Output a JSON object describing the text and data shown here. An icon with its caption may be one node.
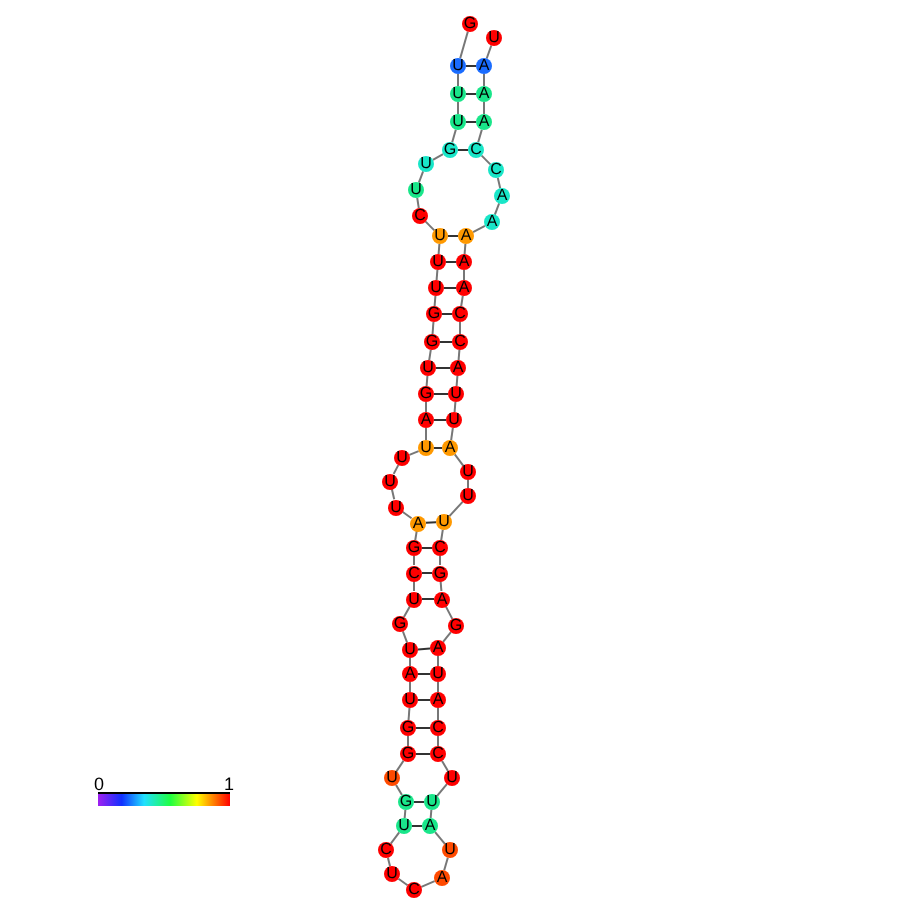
{
  "diagram": {
    "nodes": [
      {
        "text": [
          "G"
        ]
      },
      {
        "text": [
          "U"
        ]
      },
      {
        "text": [
          "U"
        ]
      },
      {
        "text": [
          "U"
        ]
      },
      {
        "text": [
          "G"
        ]
      },
      {
        "text": [
          "U"
        ]
      },
      {
        "text": [
          "U"
        ]
      },
      {
        "text": [
          "C"
        ]
      },
      {
        "text": [
          "U"
        ]
      },
      {
        "text": [
          "U"
        ]
      },
      {
        "text": [
          "U"
        ]
      },
      {
        "text": [
          "G"
        ]
      },
      {
        "text": [
          "G"
        ]
      },
      {
        "text": [
          "U"
        ]
      },
      {
        "text": [
          "G"
        ]
      },
      {
        "text": [
          "A"
        ]
      },
      {
        "text": [
          "U"
        ]
      },
      {
        "text": [
          "U"
        ]
      },
      {
        "text": [
          "U"
        ]
      },
      {
        "text": [
          "U"
        ]
      },
      {
        "text": [
          "A"
        ]
      },
      {
        "text": [
          "G"
        ]
      },
      {
        "text": [
          "C"
        ]
      },
      {
        "text": [
          "U"
        ]
      },
      {
        "text": [
          "G"
        ]
      },
      {
        "text": [
          "U"
        ]
      },
      {
        "text": [
          "A"
        ]
      },
      {
        "text": [
          "U"
        ]
      },
      {
        "text": [
          "G"
        ]
      },
      {
        "text": [
          "G"
        ]
      },
      {
        "text": [
          "U"
        ]
      },
      {
        "text": [
          "G"
        ]
      },
      {
        "text": [
          "U"
        ]
      },
      {
        "text": [
          "C"
        ]
      },
      {
        "text": [
          "U"
        ]
      },
      {
        "text": [
          "C"
        ]
      },
      {
        "text": [
          "A"
        ]
      },
      {
        "text": [
          "U"
        ]
      },
      {
        "text": [
          "A"
        ]
      },
      {
        "text": [
          "U"
        ]
      },
      {
        "text": [
          "U"
        ]
      },
      {
        "text": [
          "C"
        ]
      },
      {
        "text": [
          "C"
        ]
      },
      {
        "text": [
          "A"
        ]
      },
      {
        "text": [
          "U"
        ]
      },
      {
        "text": [
          "A"
        ]
      },
      {
        "text": [
          "G"
        ]
      },
      {
        "text": [
          "A"
        ]
      },
      {
        "text": [
          "G"
        ]
      },
      {
        "text": [
          "C"
        ]
      },
      {
        "text": [
          "U"
        ]
      },
      {
        "text": [
          "U"
        ]
      },
      {
        "text": [
          "U"
        ]
      },
      {
        "text": [
          "A"
        ]
      },
      {
        "text": [
          "U"
        ]
      },
      {
        "text": [
          "U"
        ]
      },
      {
        "text": [
          "A"
        ]
      },
      {
        "text": [
          "C"
        ]
      },
      {
        "text": [
          "C"
        ]
      },
      {
        "text": [
          "A"
        ]
      },
      {
        "text": [
          "A"
        ]
      },
      {
        "text": [
          "A"
        ]
      },
      {
        "text": [
          "A"
        ]
      },
      {
        "text": [
          "A"
        ]
      },
      {
        "text": [
          "C"
        ]
      },
      {
        "text": [
          "C"
        ]
      },
      {
        "text": [
          "A"
        ]
      },
      {
        "text": [
          "A"
        ]
      },
      {
        "text": [
          "A"
        ]
      },
      {
        "text": [
          "U"
        ]
      }
    ],
    "edges": [
      {
        "from": 0,
        "to": 1,
        "arrow": "none"
      },
      {
        "from": 1,
        "to": 2,
        "arrow": "none"
      },
      {
        "from": 2,
        "to": 3,
        "arrow": "none"
      },
      {
        "from": 3,
        "to": 4,
        "arrow": "none"
      },
      {
        "from": 4,
        "to": 5,
        "arrow": "none"
      },
      {
        "from": 5,
        "to": 6,
        "arrow": "none"
      },
      {
        "from": 6,
        "to": 7,
        "arrow": "none"
      },
      {
        "from": 7,
        "to": 8,
        "arrow": "none"
      },
      {
        "from": 8,
        "to": 9,
        "arrow": "none"
      },
      {
        "from": 9,
        "to": 10,
        "arrow": "none"
      },
      {
        "from": 10,
        "to": 11,
        "arrow": "none"
      },
      {
        "from": 11,
        "to": 12,
        "arrow": "none"
      },
      {
        "from": 12,
        "to": 13,
        "arrow": "none"
      },
      {
        "from": 13,
        "to": 14,
        "arrow": "none"
      },
      {
        "from": 14,
        "to": 15,
        "arrow": "none"
      },
      {
        "from": 15,
        "to": 16,
        "arrow": "none"
      },
      {
        "from": 16,
        "to": 17,
        "arrow": "none"
      },
      {
        "from": 17,
        "to": 18,
        "arrow": "none"
      },
      {
        "from": 18,
        "to": 19,
        "arrow": "none"
      },
      {
        "from": 19,
        "to": 20,
        "arrow": "none"
      },
      {
        "from": 20,
        "to": 21,
        "arrow": "none"
      },
      {
        "from": 21,
        "to": 22,
        "arrow": "none"
      },
      {
        "from": 22,
        "to": 23,
        "arrow": "none"
      },
      {
        "from": 23,
        "to": 24,
        "arrow": "none"
      },
      {
        "from": 24,
        "to": 25,
        "arrow": "none"
      },
      {
        "from": 25,
        "to": 26,
        "arrow": "none"
      },
      {
        "from": 26,
        "to": 27,
        "arrow": "none"
      },
      {
        "from": 27,
        "to": 28,
        "arrow": "none"
      },
      {
        "from": 28,
        "to": 29,
        "arrow": "none"
      },
      {
        "from": 29,
        "to": 30,
        "arrow": "none"
      },
      {
        "from": 30,
        "to": 31,
        "arrow": "none"
      },
      {
        "from": 31,
        "to": 32,
        "arrow": "none"
      },
      {
        "from": 32,
        "to": 33,
        "arrow": "none"
      },
      {
        "from": 33,
        "to": 34,
        "arrow": "none"
      },
      {
        "from": 34,
        "to": 35,
        "arrow": "none"
      },
      {
        "from": 35,
        "to": 36,
        "arrow": "none"
      },
      {
        "from": 36,
        "to": 37,
        "arrow": "none"
      },
      {
        "from": 37,
        "to": 38,
        "arrow": "none"
      },
      {
        "from": 38,
        "to": 39,
        "arrow": "none"
      },
      {
        "from": 39,
        "to": 40,
        "arrow": "none"
      },
      {
        "from": 40,
        "to": 41,
        "arrow": "none"
      },
      {
        "from": 41,
        "to": 42,
        "arrow": "none"
      },
      {
        "from": 42,
        "to": 43,
        "arrow": "none"
      },
      {
        "from": 43,
        "to": 44,
        "arrow": "none"
      },
      {
        "from": 44,
        "to": 45,
        "arrow": "none"
      },
      {
        "from": 45,
        "to": 46,
        "arrow": "none"
      },
      {
        "from": 46,
        "to": 47,
        "arrow": "none"
      },
      {
        "from": 47,
        "to": 48,
        "arrow": "none"
      },
      {
        "from": 48,
        "to": 49,
        "arrow": "none"
      },
      {
        "from": 49,
        "to": 50,
        "arrow": "none"
      },
      {
        "from": 50,
        "to": 51,
        "arrow": "none"
      },
      {
        "from": 51,
        "to": 52,
        "arrow": "none"
      },
      {
        "from": 52,
        "to": 53,
        "arrow": "none"
      },
      {
        "from": 53,
        "to": 54,
        "arrow": "none"
      },
      {
        "from": 54,
        "to": 55,
        "arrow": "none"
      },
      {
        "from": 55,
        "to": 56,
        "arrow": "none"
      },
      {
        "from": 56,
        "to": 57,
        "arrow": "none"
      },
      {
        "from": 57,
        "to": 58,
        "arrow": "none"
      },
      {
        "from": 58,
        "to": 59,
        "arrow": "none"
      },
      {
        "from": 59,
        "to": 60,
        "arrow": "none"
      },
      {
        "from": 60,
        "to": 61,
        "arrow": "none"
      },
      {
        "from": 61,
        "to": 62,
        "arrow": "none"
      },
      {
        "from": 62,
        "to": 63,
        "arrow": "none"
      },
      {
        "from": 63,
        "to": 64,
        "arrow": "none"
      },
      {
        "from": 64,
        "to": 65,
        "arrow": "none"
      },
      {
        "from": 65,
        "to": 66,
        "arrow": "none"
      },
      {
        "from": 66,
        "to": 67,
        "arrow": "none"
      },
      {
        "from": 67,
        "to": 68,
        "arrow": "none"
      },
      {
        "from": 68,
        "to": 69,
        "arrow": "none"
      },
      {
        "from": 1,
        "to": 68,
        "arrow": "none"
      },
      {
        "from": 2,
        "to": 67,
        "arrow": "none"
      },
      {
        "from": 3,
        "to": 66,
        "arrow": "none"
      },
      {
        "from": 4,
        "to": 65,
        "arrow": "none"
      },
      {
        "from": 8,
        "to": 61,
        "arrow": "none"
      },
      {
        "from": 9,
        "to": 60,
        "arrow": "none"
      },
      {
        "from": 10,
        "to": 59,
        "arrow": "none"
      },
      {
        "from": 11,
        "to": 58,
        "arrow": "none"
      },
      {
        "from": 12,
        "to": 57,
        "arrow": "none"
      },
      {
        "from": 13,
        "to": 56,
        "arrow": "none"
      },
      {
        "from": 14,
        "to": 55,
        "arrow": "none"
      },
      {
        "from": 15,
        "to": 54,
        "arrow": "none"
      },
      {
        "from": 16,
        "to": 53,
        "arrow": "none"
      },
      {
        "from": 20,
        "to": 50,
        "arrow": "none"
      },
      {
        "from": 21,
        "to": 49,
        "arrow": "none"
      },
      {
        "from": 22,
        "to": 48,
        "arrow": "none"
      },
      {
        "from": 23,
        "to": 47,
        "arrow": "none"
      },
      {
        "from": 25,
        "to": 45,
        "arrow": "none"
      },
      {
        "from": 26,
        "to": 44,
        "arrow": "none"
      },
      {
        "from": 27,
        "to": 43,
        "arrow": "none"
      },
      {
        "from": 28,
        "to": 42,
        "arrow": "none"
      },
      {
        "from": 29,
        "to": 41,
        "arrow": "none"
      },
      {
        "from": 31,
        "to": 39,
        "arrow": "none"
      },
      {
        "from": 32,
        "to": 38,
        "arrow": "none"
      }
    ],
    "labels": [
      "0",
      "1"
    ]
  }
}
